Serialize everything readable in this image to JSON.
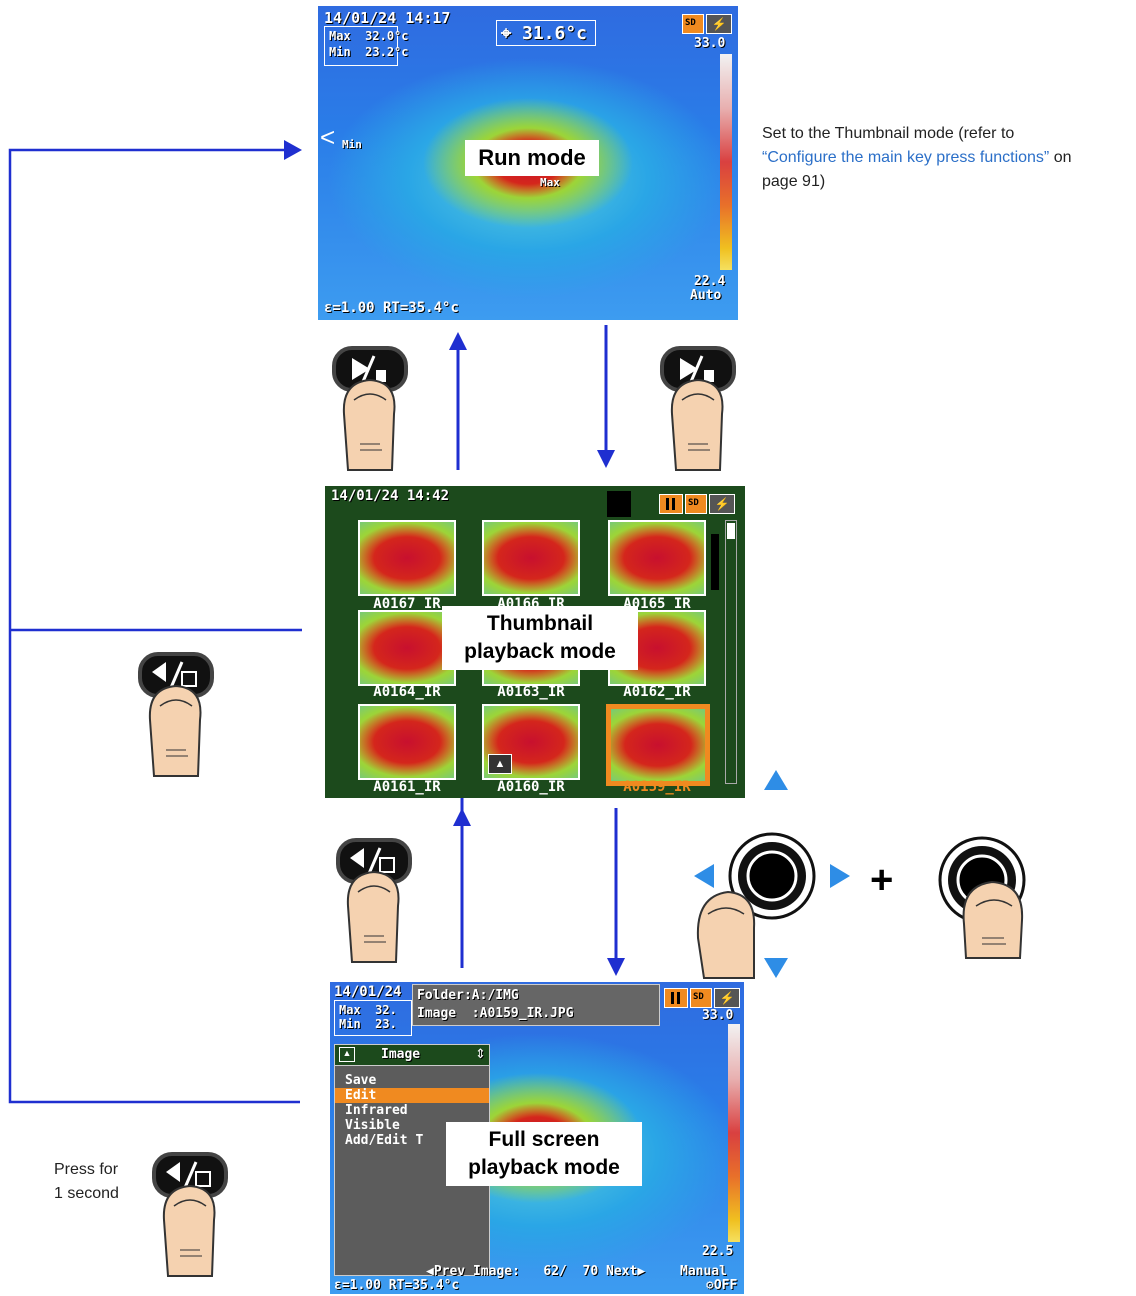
{
  "run_screen": {
    "datetime": "14/01/24 14:17",
    "max_label": "Max",
    "max_value": "32.0",
    "min_label": "Min",
    "min_value": "23.2",
    "spot_temp": "31.6",
    "scale_top": "33.0",
    "scale_bottom": "22.4",
    "scale_mode": "Auto",
    "min_marker": "Min",
    "max_marker": "Max",
    "footer": "ε=1.00 RT=35.4",
    "sd_label": "SD",
    "mode_label": "Run mode"
  },
  "thumb_screen": {
    "datetime": "14/01/24 14:42",
    "mode_label_line1": "Thumbnail",
    "mode_label_line2": "playback mode",
    "sd_label": "SD",
    "thumbnails": [
      {
        "name": "A0167_IR"
      },
      {
        "name": "A0166_IR"
      },
      {
        "name": "A0165_IR"
      },
      {
        "name": "A0164_IR"
      },
      {
        "name": "A0163_IR"
      },
      {
        "name": "A0162_IR"
      },
      {
        "name": "A0161_IR"
      },
      {
        "name": "A0160_IR"
      },
      {
        "name": "A0159_IR",
        "selected": true
      }
    ]
  },
  "full_screen": {
    "datetime": "14/01/24",
    "max_label": "Max",
    "max_value": "32.",
    "min_label": "Min",
    "min_value": "23.",
    "folder": "Folder:A:/IMG",
    "image": "Image  :A0159_IR.JPG",
    "scale_top": "33.0",
    "scale_bottom": "22.5",
    "menu_title": "Image",
    "menu_items": [
      "Save",
      "Edit",
      "Infrared",
      "Visible",
      "Add/Edit T"
    ],
    "menu_highlight": 1,
    "nav": "◀Prev Image:   62/  70 Next▶",
    "scale_mode": "Manual",
    "footer": "ε=1.00 RT=35.4",
    "off_label": "OFF",
    "sd_label": "SD",
    "mode_label_line1": "Full screen",
    "mode_label_line2": "playback mode"
  },
  "side_note": {
    "line1": "Set to the Thumbnail mode (refer to",
    "link1": "“Configure the main key press functions”",
    "line2_tail": " on",
    "line3": "page 91)"
  },
  "press_note": {
    "line1": "Press for",
    "line2": "1 second"
  },
  "plus_sign": "+",
  "colors": {
    "arrow": "#1f2fd0",
    "nav_arrow": "#2e8de6",
    "highlight": "#f08a20",
    "thumb_bg": "#1c4a1c"
  }
}
